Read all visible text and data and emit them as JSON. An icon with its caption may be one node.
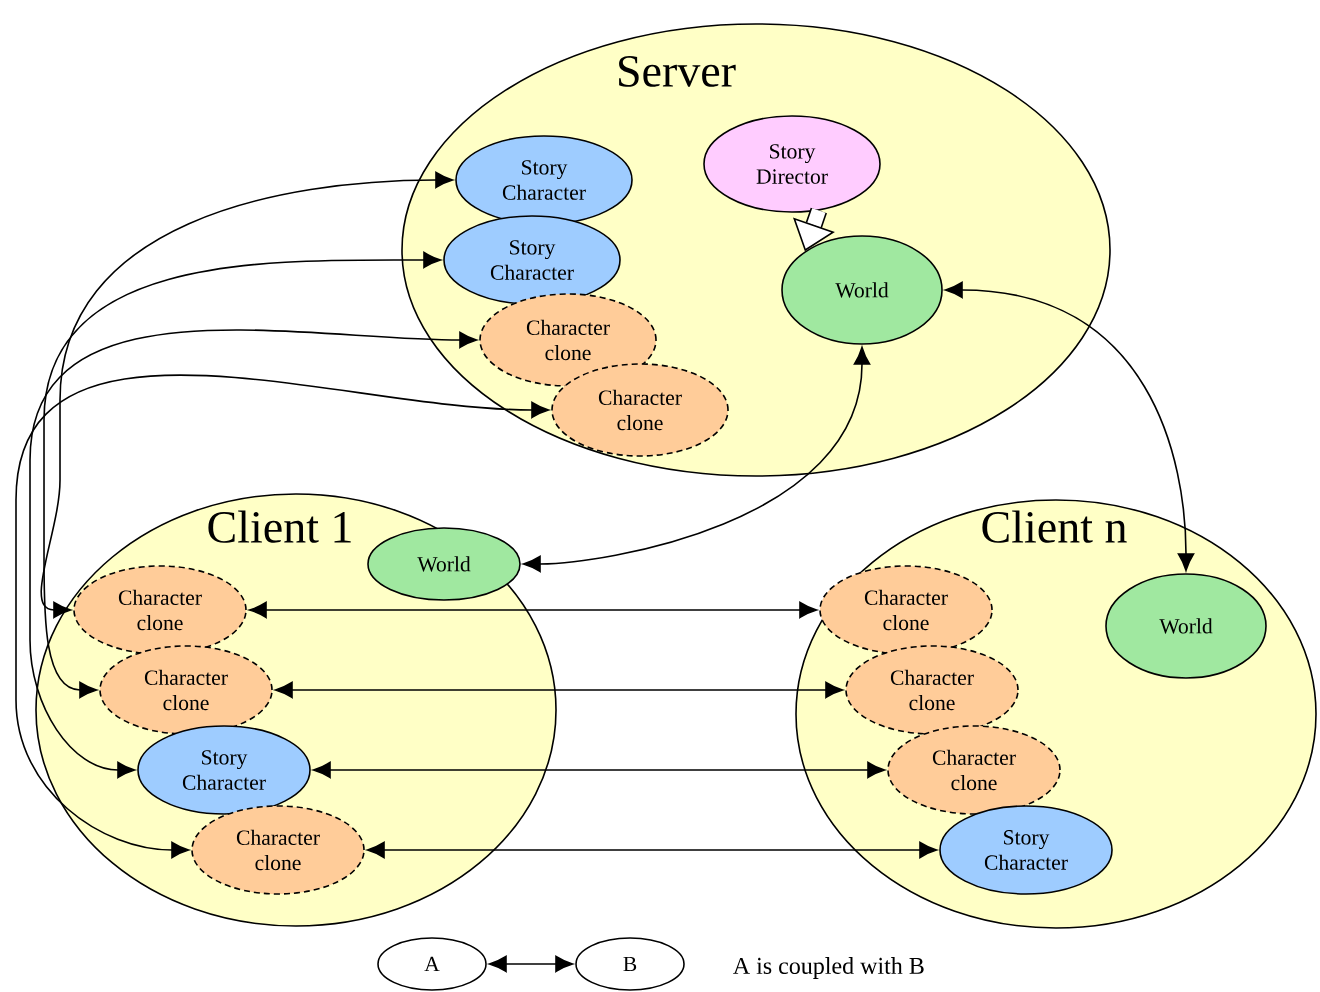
{
  "diagram": {
    "nodes": [
      {
        "text": [
          "Server"
        ]
      },
      {
        "text": [
          "Story Character"
        ],
        "in": 0
      },
      {
        "text": [
          "Story Character"
        ],
        "in": 0
      },
      {
        "text": [
          "Character clone"
        ],
        "in": 0
      },
      {
        "text": [
          "Character clone"
        ],
        "in": 0
      },
      {
        "text": [
          "Story Director"
        ],
        "in": 0
      },
      {
        "text": [
          "World"
        ],
        "in": 0
      },
      {
        "text": [
          "Client 1"
        ]
      },
      {
        "text": [
          "Character clone"
        ],
        "in": 7
      },
      {
        "text": [
          "Character clone"
        ],
        "in": 7
      },
      {
        "text": [
          "Story Character"
        ],
        "in": 7
      },
      {
        "text": [
          "Character clone"
        ],
        "in": 7
      },
      {
        "text": [
          "World"
        ],
        "in": 7
      },
      {
        "text": [
          "Client n"
        ]
      },
      {
        "text": [
          "Character clone"
        ],
        "in": 13
      },
      {
        "text": [
          "Character clone"
        ],
        "in": 13
      },
      {
        "text": [
          "Character clone"
        ],
        "in": 13
      },
      {
        "text": [
          "Story Character"
        ],
        "in": 13
      },
      {
        "text": [
          "World"
        ],
        "in": 13
      },
      {
        "text": [
          "A"
        ]
      },
      {
        "text": [
          "B"
        ]
      }
    ],
    "edges": [
      {
        "from": 1,
        "to": 8,
        "arrow": "both"
      },
      {
        "from": 2,
        "to": 9,
        "arrow": "both"
      },
      {
        "from": 3,
        "to": 10,
        "arrow": "both"
      },
      {
        "from": 4,
        "to": 11,
        "arrow": "both"
      },
      {
        "from": 5,
        "to": 6,
        "arrow": "to",
        "style": "thick"
      },
      {
        "from": 6,
        "to": 12,
        "arrow": "both"
      },
      {
        "from": 6,
        "to": 18,
        "arrow": "both"
      },
      {
        "from": 8,
        "to": 14,
        "arrow": "both"
      },
      {
        "from": 9,
        "to": 15,
        "arrow": "both"
      },
      {
        "from": 10,
        "to": 16,
        "arrow": "both"
      },
      {
        "from": 11,
        "to": 17,
        "arrow": "both"
      },
      {
        "from": 19,
        "to": 20,
        "arrow": "both"
      }
    ],
    "labels": [
      "A is coupled with B"
    ]
  }
}
